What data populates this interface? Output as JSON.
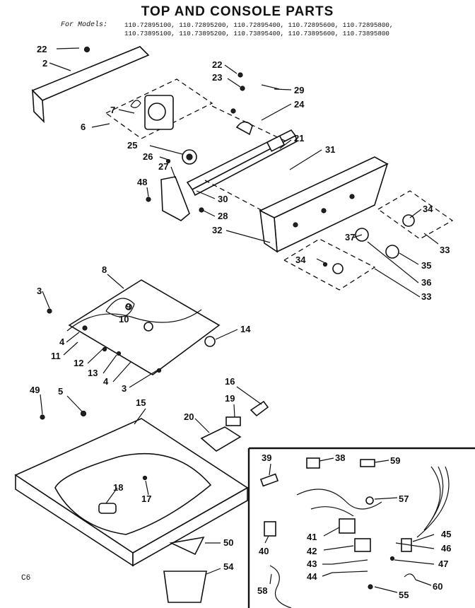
{
  "title": "TOP AND CONSOLE PARTS",
  "models_label": "For Models:",
  "models_lines": [
    "110.72895100, 110.72895200, 110.72895400, 110.72895600, 110.72895800,",
    "110.73895100, 110.73895200, 110.73895400, 110.73895600, 110.73895800"
  ],
  "footer_code": "C6",
  "callouts": [
    "22",
    "2",
    "22",
    "23",
    "29",
    "24",
    "7",
    "6",
    "21",
    "31",
    "25",
    "26",
    "27",
    "48",
    "30",
    "28",
    "32",
    "34",
    "37",
    "33",
    "35",
    "34",
    "36",
    "33",
    "8",
    "3",
    "9",
    "10",
    "14",
    "4",
    "11",
    "12",
    "13",
    "4",
    "3",
    "16",
    "19",
    "49",
    "5",
    "15",
    "20",
    "39",
    "38",
    "59",
    "57",
    "18",
    "17",
    "40",
    "41",
    "42",
    "45",
    "46",
    "43",
    "47",
    "44",
    "50",
    "54",
    "58",
    "55",
    "60"
  ]
}
